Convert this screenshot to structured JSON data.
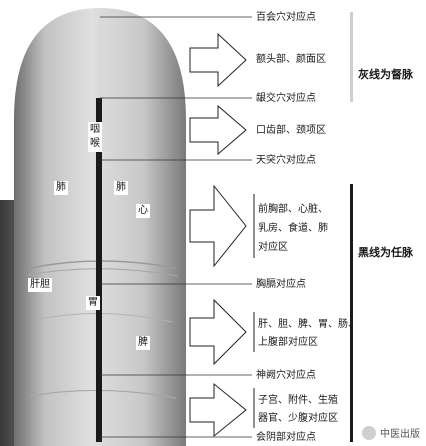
{
  "points": {
    "baihui": "百会穴对应点",
    "yinjiao": "龈交穴对应点",
    "tiantu": "天突穴对应点",
    "xiongge": "胸膈对应点",
    "shenque": "神阙穴对应点",
    "huiyin": "会阴部对应点"
  },
  "regions": {
    "forehead": "额头部、颜面区",
    "mouth": "口齿部、颈项区",
    "chest_1": "前胸部、心脏、",
    "chest_2": "乳房、食道、肺",
    "chest_3": "对应区",
    "abdomen_1": "肝、胆、脾、胃、肠、",
    "abdomen_2": "上腹部对应区",
    "lower_1": "子宫、附件、生殖",
    "lower_2": "器官、少腹对应区"
  },
  "finger_tags": {
    "yanhou_1": "咽",
    "yanhou_2": "喉",
    "fei_left": "肺",
    "fei_right": "肺",
    "xin": "心",
    "gandan": "肝胆",
    "wei": "胃",
    "pi": "脾"
  },
  "sides": {
    "gray": "灰线为督脉",
    "black": "黑线为任脉"
  },
  "watermark": "中医出版",
  "colors": {
    "gray_line": "#cfcfcf",
    "black_line": "#1a1a1a"
  }
}
